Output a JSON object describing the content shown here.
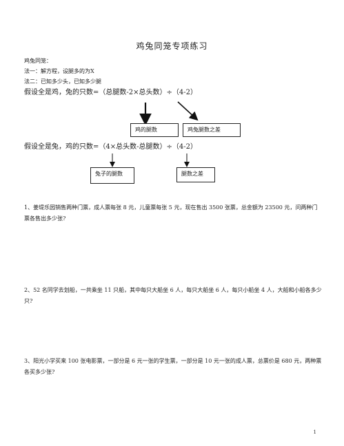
{
  "document": {
    "title": "鸡兔同笼专项练习",
    "intro": {
      "heading": "鸡兔同笼：",
      "method1": "法一：解方程，设腿多的为X",
      "method2": "法二：已知多少头，已知多少腿"
    },
    "formula_chicken": "假设全是鸡，兔的只数=（总腿数-2×总头数）÷（4-2）",
    "formula_rabbit": "假设全是兔，鸡的只数=（4×总头数-总腿数）÷（4-2）",
    "boxes": {
      "chicken_legs": "鸡的腿数",
      "leg_diff_chicken_rabbit": "鸡兔腿数之差",
      "rabbit_legs": "兔子的腿数",
      "leg_diff": "腿数之差"
    },
    "questions": [
      "1、姜堤乐园销售两种门票，成人票每张 8 元，儿童票每张 5 元，现在售出 3500 张票，总金额为 23500 元，问两种门票各售出多少张?",
      "2、52 名同学去划船，一共乘坐 11 只船，其中每只大船坐 6 人，每只大船坐 6 人，每只小船坐 4 人，大船和小船各多少只?",
      "3、阳光小学买来 100 张电影票，一部分是 6 元一张的学生票，一部分是 10 元一张的成人票，总票价是 680 元，两种票各买多少张?"
    ],
    "page_number": "1"
  }
}
